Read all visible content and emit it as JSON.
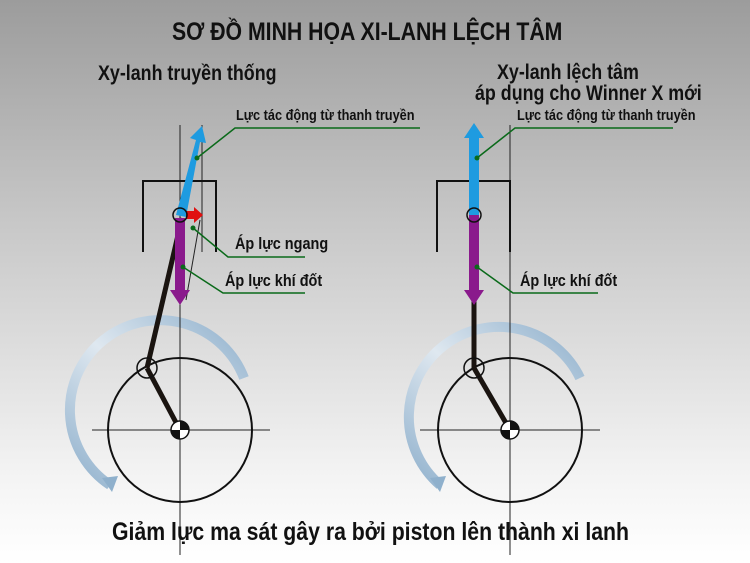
{
  "title": "SƠ ĐỒ MINH HỌA XI-LANH LỆCH TÂM",
  "left": {
    "heading": "Xy-lanh truyền thống",
    "label_rod_force": "Lực tác động từ thanh truyền",
    "label_side_pressure": "Áp lực ngang",
    "label_gas_pressure": "Áp lực khí đốt"
  },
  "right": {
    "heading_line1": "Xy-lanh lệch tâm",
    "heading_line2": "áp dụng cho Winner X mới",
    "label_rod_force": "Lực tác động từ thanh truyền",
    "label_gas_pressure": "Áp lực khí đốt"
  },
  "caption": "Giảm lực ma sát gây ra bởi piston lên thành xi lanh",
  "colors": {
    "rod_force": "#1e9be0",
    "gas_pressure": "#8a1a8c",
    "side_pressure": "#e01010",
    "leader": "#0a6a1a"
  }
}
